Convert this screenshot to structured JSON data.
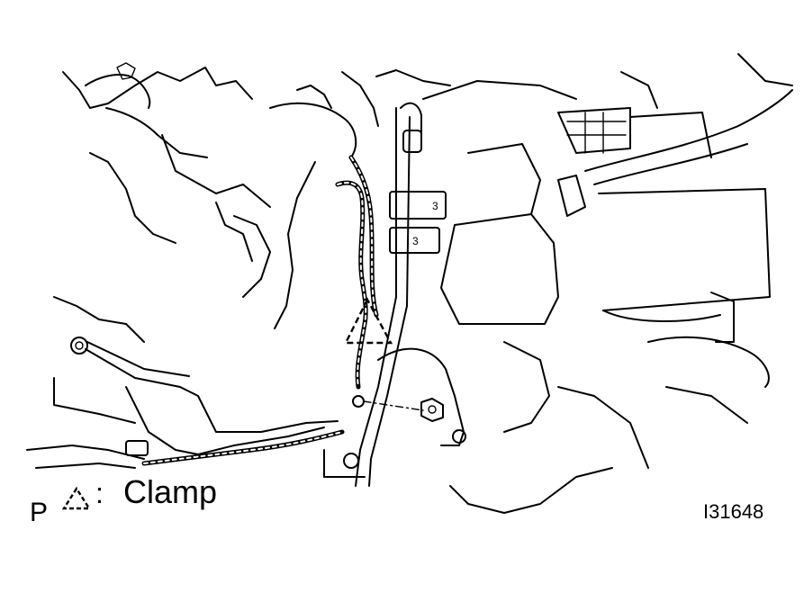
{
  "legend": {
    "page_mark": "P",
    "icon": "dashed-triangle-icon",
    "separator": ":",
    "clamp_label": "Clamp"
  },
  "figure_id": "I31648",
  "part_labels": {
    "tag_upper": "3",
    "tag_lower": "3"
  }
}
